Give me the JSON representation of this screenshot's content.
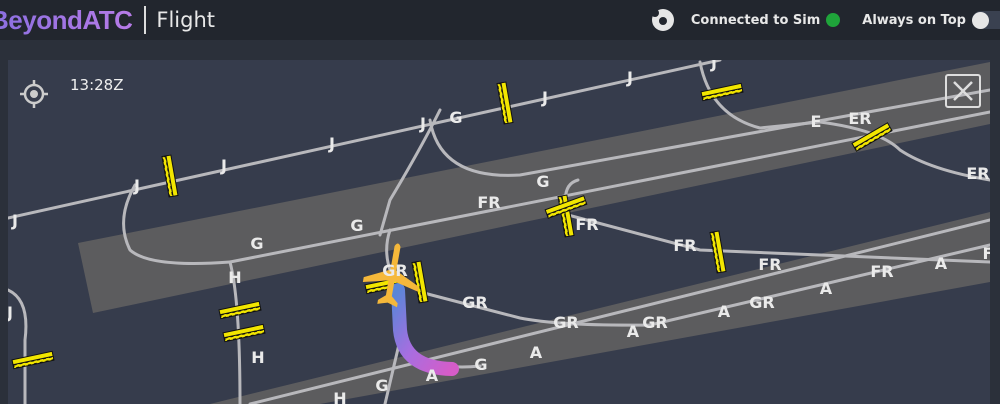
{
  "header": {
    "logo": "BeyondATC",
    "title": "Flight",
    "status_label": "Connected to Sim",
    "status_color": "#1fa43a",
    "always_on_top_label": "Always on Top"
  },
  "map": {
    "time": "13:28Z",
    "taxiway_labels": [
      "J",
      "J",
      "J",
      "J",
      "J",
      "G",
      "J",
      "J",
      "J",
      "E",
      "ER",
      "ER",
      "G",
      "FR",
      "G",
      "G",
      "H",
      "FR",
      "FR",
      "FR",
      "FR",
      "A",
      "F",
      "GR",
      "GR",
      "GR",
      "GR",
      "A",
      "GR",
      "A",
      "A",
      "A",
      "G",
      "A",
      "G",
      "H",
      "H",
      "J"
    ],
    "route_colors": [
      "#5a86d8",
      "#a76ee0",
      "#d65cc8"
    ],
    "aircraft_color": "#f5b83a"
  }
}
